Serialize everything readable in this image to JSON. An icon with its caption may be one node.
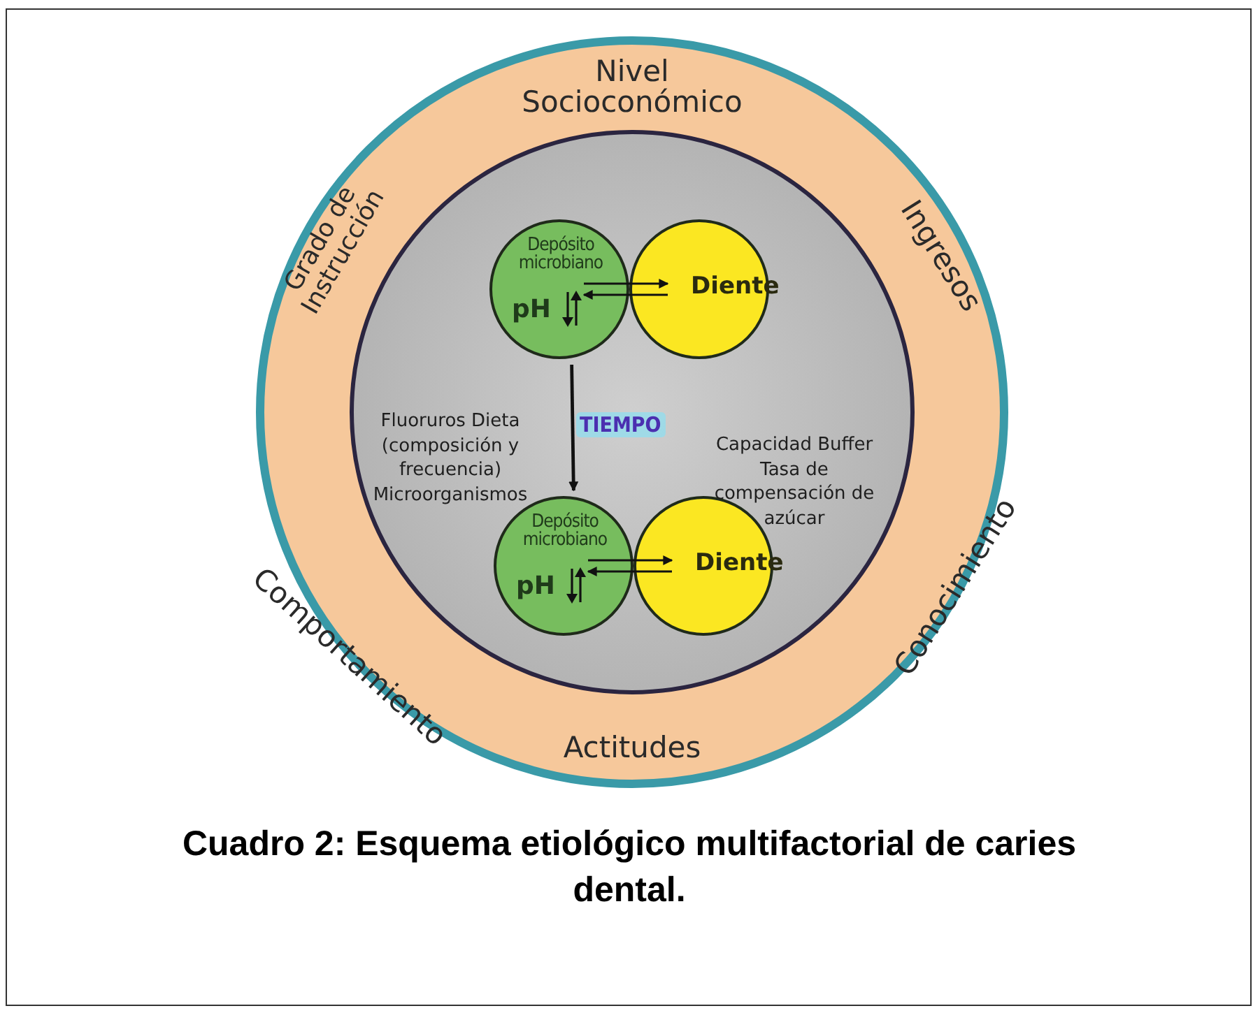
{
  "diagram": {
    "caption": "Cuadro 2: Esquema etiológico multifactorial de caries dental.",
    "nodes": [
      {
        "text": [
          "Nivel Socioconómico",
          "Ingresos",
          "Conocimiento",
          "Actitudes",
          "Comportamiento",
          "Grado de Instrucción"
        ]
      },
      {
        "text": [
          "Fluoruros Dieta (composición y frecuencia) Microorganismos",
          "Capacidad Buffer Tasa de compensación de azúcar"
        ],
        "in": 0
      },
      {
        "text": [
          "Depósito microbiano",
          "pH"
        ],
        "in": 1
      },
      {
        "text": [
          "Diente"
        ],
        "in": 1
      },
      {
        "text": [
          "Depósito microbiano",
          "pH"
        ],
        "in": 1
      },
      {
        "text": [
          "Diente"
        ],
        "in": 1
      }
    ],
    "edges": [
      {
        "from": 2,
        "to": 3,
        "arrow": "to"
      },
      {
        "from": 3,
        "to": 2,
        "arrow": "to"
      },
      {
        "from": 2,
        "to": 4,
        "arrow": "to",
        "label": "TIEMPO"
      },
      {
        "from": 4,
        "to": 5,
        "arrow": "to"
      },
      {
        "from": 5,
        "to": 4,
        "arrow": "to"
      }
    ]
  }
}
